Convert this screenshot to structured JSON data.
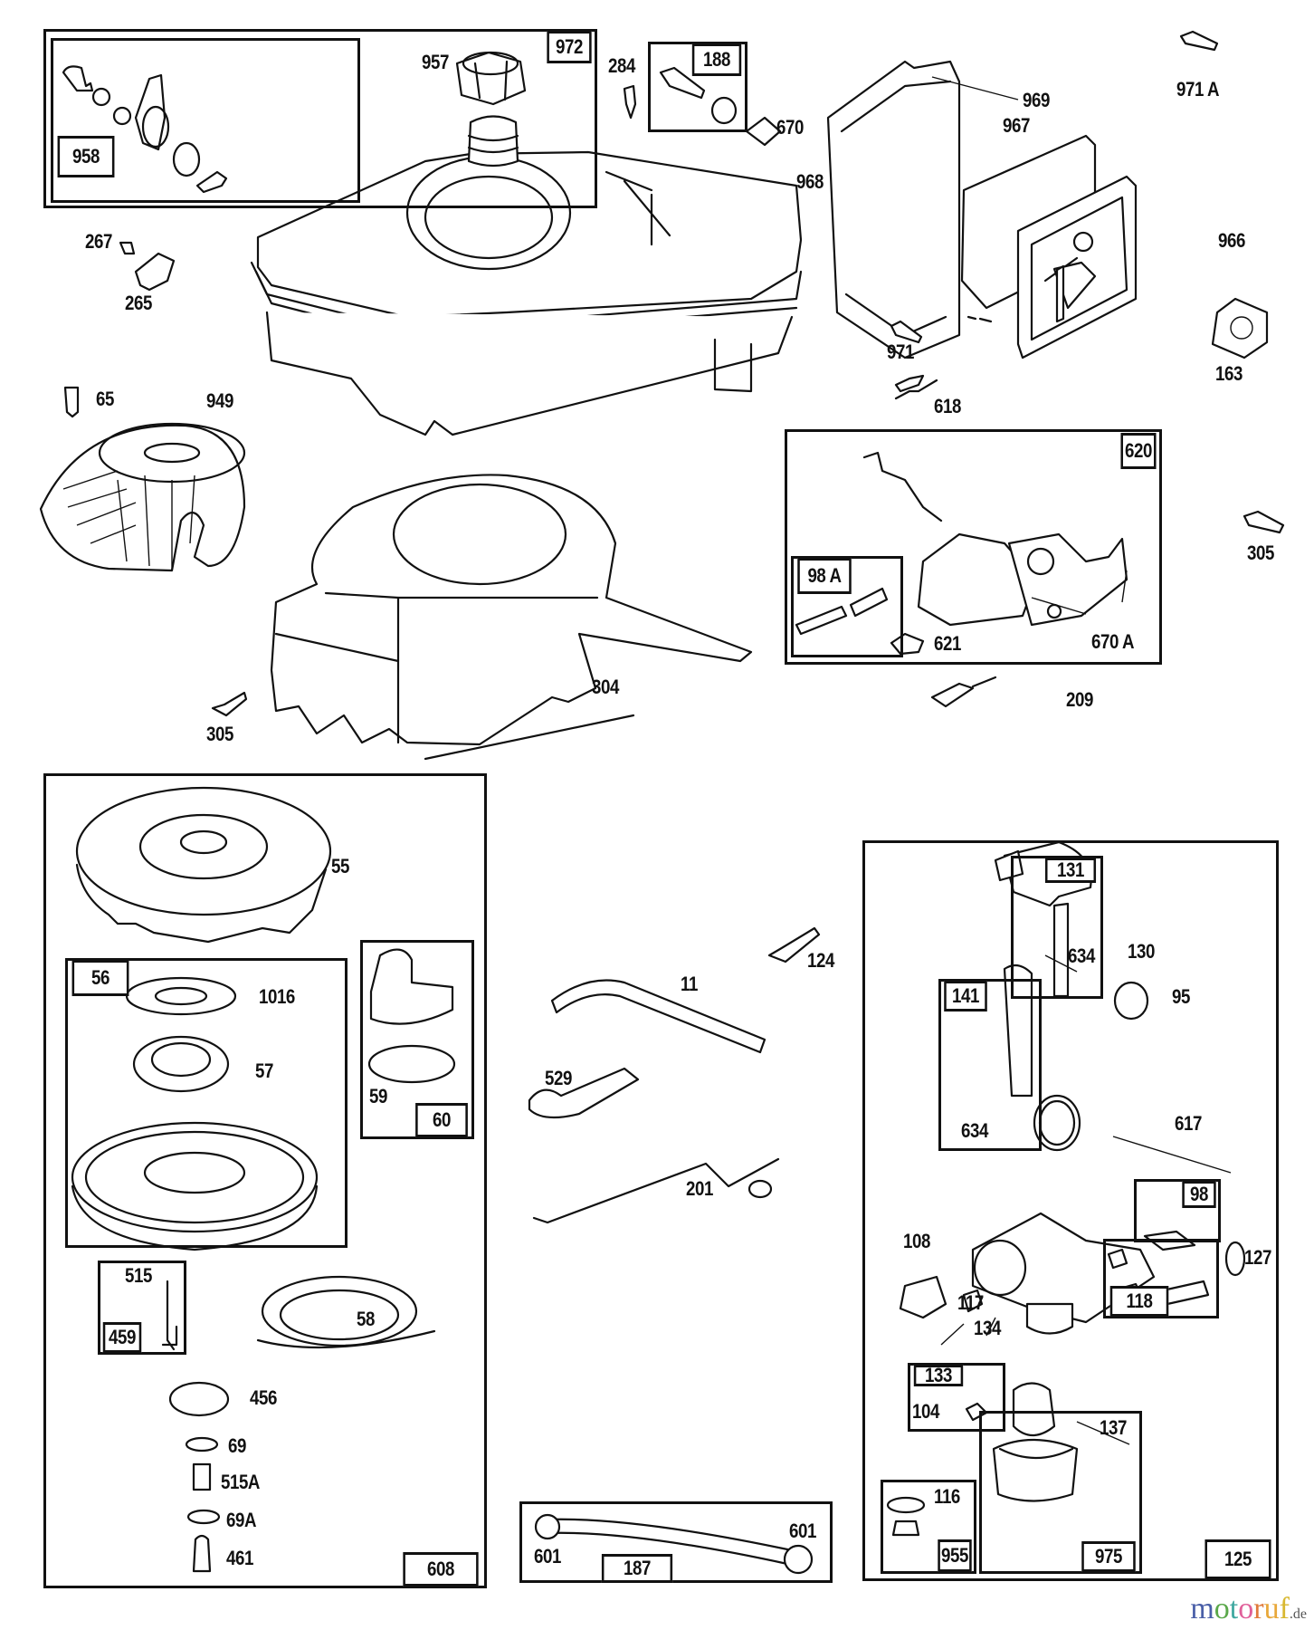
{
  "diagram": {
    "kind": "exploded parts diagram - small engine (fuel tank, air cleaner, blower housing, rewind starter, carburetor)",
    "kit_boxes": [
      {
        "id": "972",
        "label": "972"
      },
      {
        "id": "958",
        "label": "958"
      },
      {
        "id": "188",
        "label": "188"
      },
      {
        "id": "620",
        "label": "620"
      },
      {
        "id": "98A",
        "label": "98 A"
      },
      {
        "id": "608",
        "label": "608"
      },
      {
        "id": "56",
        "label": "56"
      },
      {
        "id": "60",
        "label": "60"
      },
      {
        "id": "459",
        "label": "459"
      },
      {
        "id": "187",
        "label": "187"
      },
      {
        "id": "125",
        "label": "125"
      },
      {
        "id": "131",
        "label": "131"
      },
      {
        "id": "141",
        "label": "141"
      },
      {
        "id": "98",
        "label": "98"
      },
      {
        "id": "118",
        "label": "118"
      },
      {
        "id": "133",
        "label": "133"
      },
      {
        "id": "955",
        "label": "955"
      },
      {
        "id": "975",
        "label": "975"
      }
    ],
    "part_labels": [
      {
        "id": "957",
        "label": "957"
      },
      {
        "id": "284",
        "label": "284"
      },
      {
        "id": "670",
        "label": "670"
      },
      {
        "id": "969",
        "label": "969"
      },
      {
        "id": "971A",
        "label": "971 A"
      },
      {
        "id": "967",
        "label": "967"
      },
      {
        "id": "968",
        "label": "968"
      },
      {
        "id": "966",
        "label": "966"
      },
      {
        "id": "267",
        "label": "267"
      },
      {
        "id": "265",
        "label": "265"
      },
      {
        "id": "971",
        "label": "971"
      },
      {
        "id": "163",
        "label": "163"
      },
      {
        "id": "618",
        "label": "618"
      },
      {
        "id": "65",
        "label": "65"
      },
      {
        "id": "949",
        "label": "949"
      },
      {
        "id": "305a",
        "label": "305"
      },
      {
        "id": "305b",
        "label": "305"
      },
      {
        "id": "621",
        "label": "621"
      },
      {
        "id": "670A",
        "label": "670 A"
      },
      {
        "id": "209",
        "label": "209"
      },
      {
        "id": "304",
        "label": "304"
      },
      {
        "id": "55",
        "label": "55"
      },
      {
        "id": "1016",
        "label": "1016"
      },
      {
        "id": "57",
        "label": "57"
      },
      {
        "id": "59",
        "label": "59"
      },
      {
        "id": "515",
        "label": "515"
      },
      {
        "id": "58",
        "label": "58"
      },
      {
        "id": "456",
        "label": "456"
      },
      {
        "id": "69",
        "label": "69"
      },
      {
        "id": "515A",
        "label": "515A"
      },
      {
        "id": "69A",
        "label": "69A"
      },
      {
        "id": "461",
        "label": "461"
      },
      {
        "id": "124",
        "label": "124"
      },
      {
        "id": "11",
        "label": "11"
      },
      {
        "id": "529",
        "label": "529"
      },
      {
        "id": "201",
        "label": "201"
      },
      {
        "id": "601a",
        "label": "601"
      },
      {
        "id": "601b",
        "label": "601"
      },
      {
        "id": "634a",
        "label": "634"
      },
      {
        "id": "130",
        "label": "130"
      },
      {
        "id": "95",
        "label": "95"
      },
      {
        "id": "634b",
        "label": "634"
      },
      {
        "id": "617",
        "label": "617"
      },
      {
        "id": "108",
        "label": "108"
      },
      {
        "id": "127",
        "label": "127"
      },
      {
        "id": "117",
        "label": "117"
      },
      {
        "id": "134",
        "label": "134"
      },
      {
        "id": "104",
        "label": "104"
      },
      {
        "id": "137",
        "label": "137"
      },
      {
        "id": "116",
        "label": "116"
      }
    ]
  },
  "watermark": {
    "letters": [
      {
        "ch": "m",
        "color": "#4a5fa8"
      },
      {
        "ch": "o",
        "color": "#5aa84a"
      },
      {
        "ch": "t",
        "color": "#3fa8a0"
      },
      {
        "ch": "o",
        "color": "#e0609a"
      },
      {
        "ch": "r",
        "color": "#e07a3a"
      },
      {
        "ch": "u",
        "color": "#e8a83a"
      },
      {
        "ch": "f",
        "color": "#d8b830"
      }
    ],
    "tld": ".de"
  }
}
